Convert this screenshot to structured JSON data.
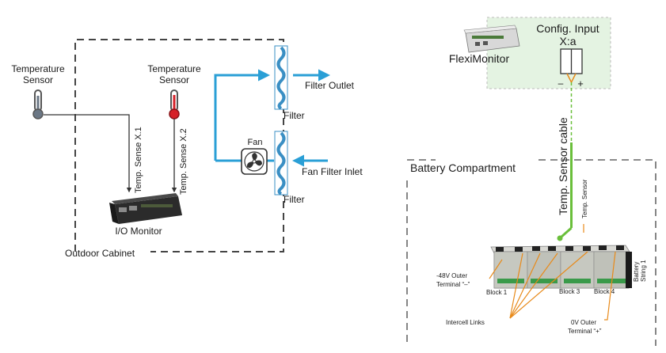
{
  "left": {
    "temp_sensor_1_label": [
      "Temperature",
      "Sensor"
    ],
    "temp_sensor_2_label": [
      "Temperature",
      "Sensor"
    ],
    "temp_sense_x1": "Temp. Sense X.1",
    "temp_sense_x2": "Temp. Sense X.2",
    "io_monitor": "I/O Monitor",
    "outdoor_cabinet": "Outdoor  Cabinet",
    "fan": "Fan",
    "filter_top": "Filter",
    "filter_bottom": "Filter",
    "filter_outlet": "Filter Outlet",
    "fan_filter_inlet": "Fan Filter Inlet"
  },
  "right": {
    "config_input": "Config. Input",
    "config_input_port": "X:a",
    "flexi_monitor": "FlexiMonitor",
    "minus": "–",
    "plus": "+",
    "temp_sensor_cable": "Temp. Sensor cable",
    "battery_compartment": "Battery Compartment",
    "temp_sensor_small": "Temp. Sensor",
    "battery_string": [
      "Battery",
      "String 1"
    ],
    "outer_minus_terminal": [
      "-48V Outer",
      "Terminal “–”"
    ],
    "block1": "Block 1",
    "block3": "Block 3",
    "block4": "Block 4",
    "intercell_links": "Intercell Links",
    "outer_plus_terminal": [
      "0V Outer",
      "Terminal “+”"
    ]
  },
  "colors": {
    "airflow": "#2a9fd6",
    "filter_wave": "#3a8fc4",
    "sensor_red": "#d62027",
    "sensor_cable_green": "#6abf3b",
    "leader_orange": "#e88a1a",
    "flexi_panel": "#e4f3e2",
    "dashed_border": "#444444"
  }
}
